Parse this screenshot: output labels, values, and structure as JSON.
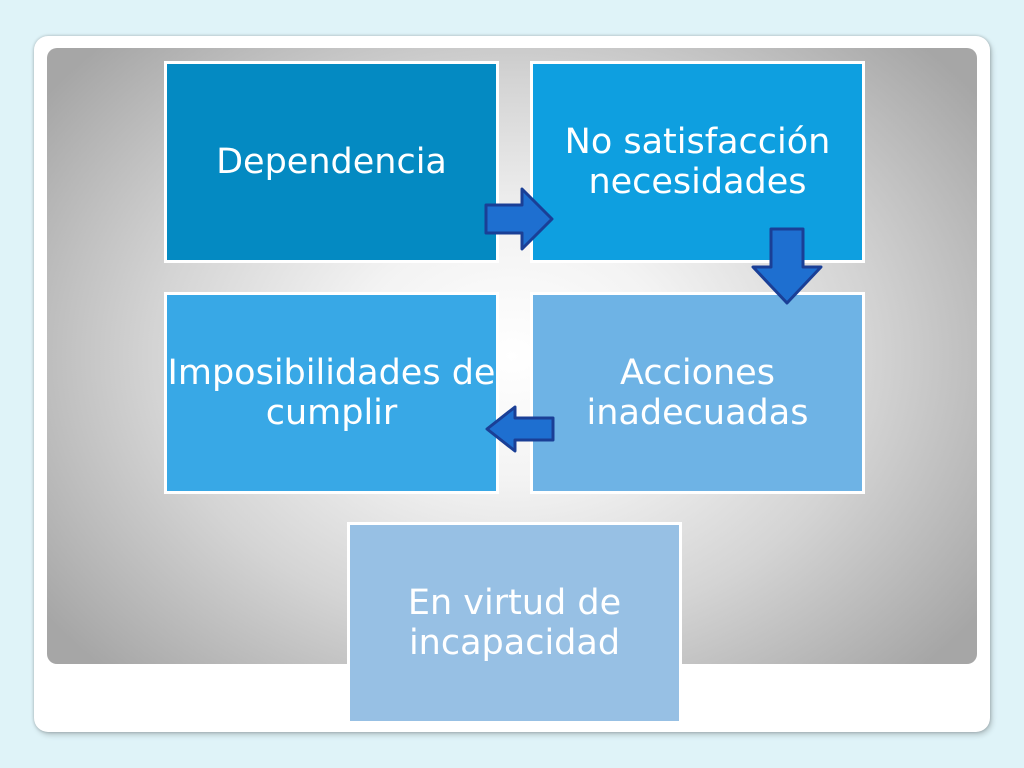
{
  "diagram": {
    "steps": [
      {
        "label": "Dependencia",
        "color": "#048ac2"
      },
      {
        "label": "No satisfacción necesidades",
        "color": "#0e9fe0"
      },
      {
        "label": "Imposibilidades de cumplir",
        "color": "#38a8e6"
      },
      {
        "label": "Acciones inadecuadas",
        "color": "#6eb3e5"
      },
      {
        "label": "En virtud de incapacidad",
        "color": "#97c0e4"
      }
    ],
    "arrow_color": "#1e6fd0",
    "arrow_outline": "#1a3f96",
    "flow": [
      "Dependencia → No satisfacción necesidades",
      "No satisfacción necesidades → Acciones inadecuadas",
      "Acciones inadecuadas → Imposibilidades de cumplir"
    ]
  }
}
